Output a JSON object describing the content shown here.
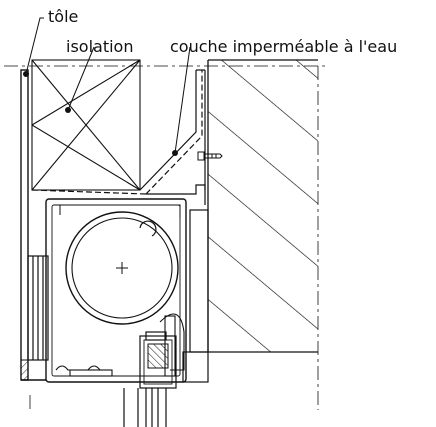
{
  "labels": {
    "sheet": "tôle",
    "insulation": "isolation",
    "waterproof_layer": "couche imperméable à l'eau"
  },
  "colors": {
    "ink": "#111111",
    "paper": "#ffffff"
  }
}
